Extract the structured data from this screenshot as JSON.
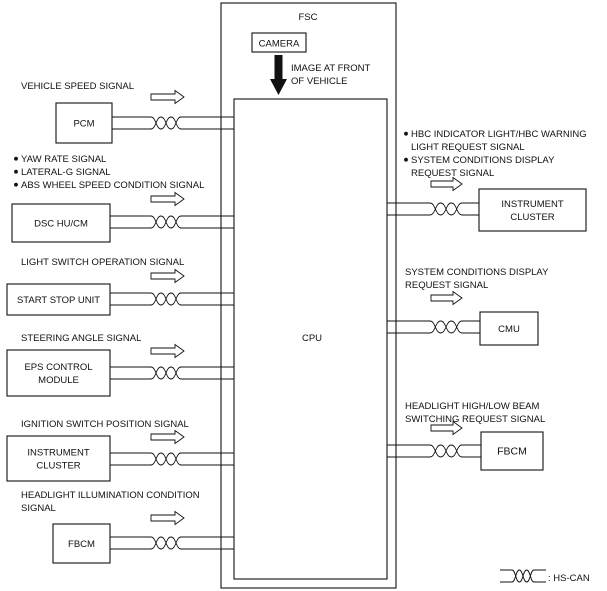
{
  "fsc": {
    "title": "FSC",
    "camera": "CAMERA",
    "image_label_1": "IMAGE AT FRONT",
    "image_label_2": "OF VEHICLE",
    "cpu": "CPU"
  },
  "inputs": [
    {
      "id": "pcm",
      "box_lines": [
        "PCM"
      ],
      "signal_lines": [
        "VEHICLE SPEED SIGNAL"
      ],
      "bullets": false
    },
    {
      "id": "dsc",
      "box_lines": [
        "DSC HU/CM"
      ],
      "signal_lines": [
        "YAW RATE SIGNAL",
        "LATERAL-G SIGNAL",
        "ABS WHEEL SPEED CONDITION SIGNAL"
      ],
      "bullets": true
    },
    {
      "id": "start-stop",
      "box_lines": [
        "START STOP UNIT"
      ],
      "signal_lines": [
        "LIGHT SWITCH OPERATION SIGNAL"
      ],
      "bullets": false
    },
    {
      "id": "eps",
      "box_lines": [
        "EPS CONTROL",
        "MODULE"
      ],
      "signal_lines": [
        "STEERING ANGLE SIGNAL"
      ],
      "bullets": false
    },
    {
      "id": "instrument-cluster-in",
      "box_lines": [
        "INSTRUMENT",
        "CLUSTER"
      ],
      "signal_lines": [
        "IGNITION SWITCH POSITION SIGNAL"
      ],
      "bullets": false
    },
    {
      "id": "fbcm-in",
      "box_lines": [
        "FBCM"
      ],
      "signal_lines": [
        "HEADLIGHT ILLUMINATION CONDITION",
        "SIGNAL"
      ],
      "bullets": false
    }
  ],
  "outputs": [
    {
      "id": "instrument-cluster-out",
      "box_lines": [
        "INSTRUMENT",
        "CLUSTER"
      ],
      "signal_lines": [
        "HBC INDICATOR LIGHT/HBC WARNING",
        "LIGHT REQUEST SIGNAL",
        "SYSTEM CONDITIONS DISPLAY",
        "REQUEST SIGNAL"
      ],
      "bullet_rows": [
        0,
        2
      ]
    },
    {
      "id": "cmu",
      "box_lines": [
        "CMU"
      ],
      "signal_lines": [
        "SYSTEM CONDITIONS DISPLAY",
        "REQUEST SIGNAL"
      ],
      "bullet_rows": []
    },
    {
      "id": "fbcm-out",
      "box_lines": [
        "FBCM"
      ],
      "signal_lines": [
        "HEADLIGHT HIGH/LOW BEAM",
        "SWITCHING REQUEST SIGNAL"
      ],
      "bullet_rows": []
    }
  ],
  "legend": {
    "label": ": HS-CAN"
  }
}
